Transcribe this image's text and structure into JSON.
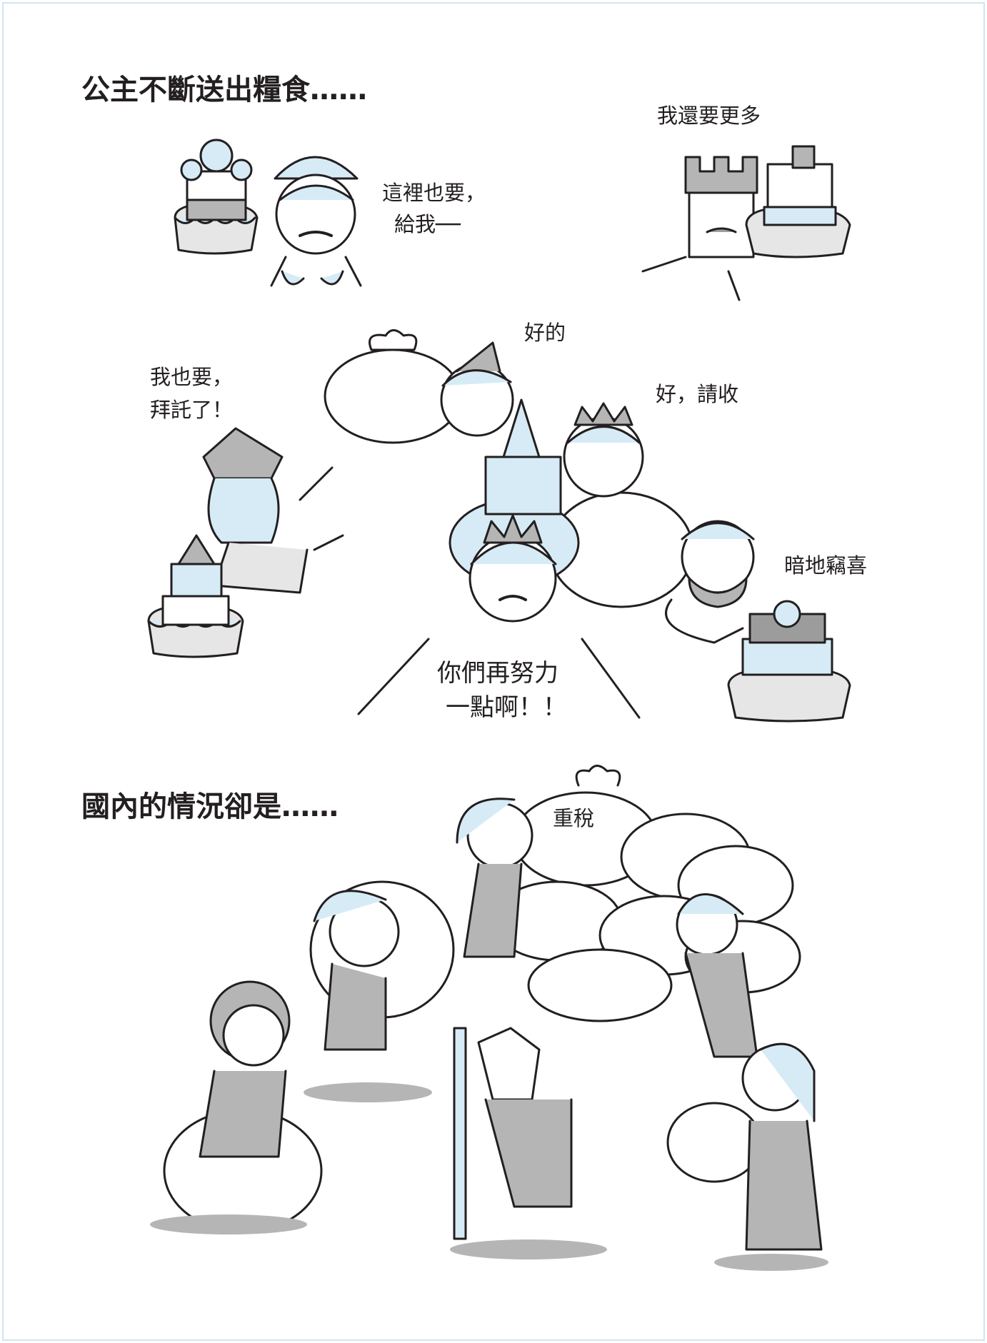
{
  "section1": {
    "title": "公主不斷送出糧食……",
    "speech": {
      "king_right": "我還要更多",
      "sultan_line1": "這裡也要，",
      "sultan_line2": "給我──",
      "princess_top": "好的",
      "lady_line1": "我也要，",
      "lady_line2": "拜託了！",
      "prince": "好，請收",
      "bearded_man": "暗地竊喜",
      "center_line1": "你們再努力",
      "center_line2": "一點啊！！"
    }
  },
  "section2": {
    "title": "國內的情況卻是……",
    "bag_label": "重稅"
  },
  "colors": {
    "ink": "#231f20",
    "light_blue": "#d6ebf5",
    "gray": "#b5b5b6",
    "frame": "#cfe6f0"
  }
}
